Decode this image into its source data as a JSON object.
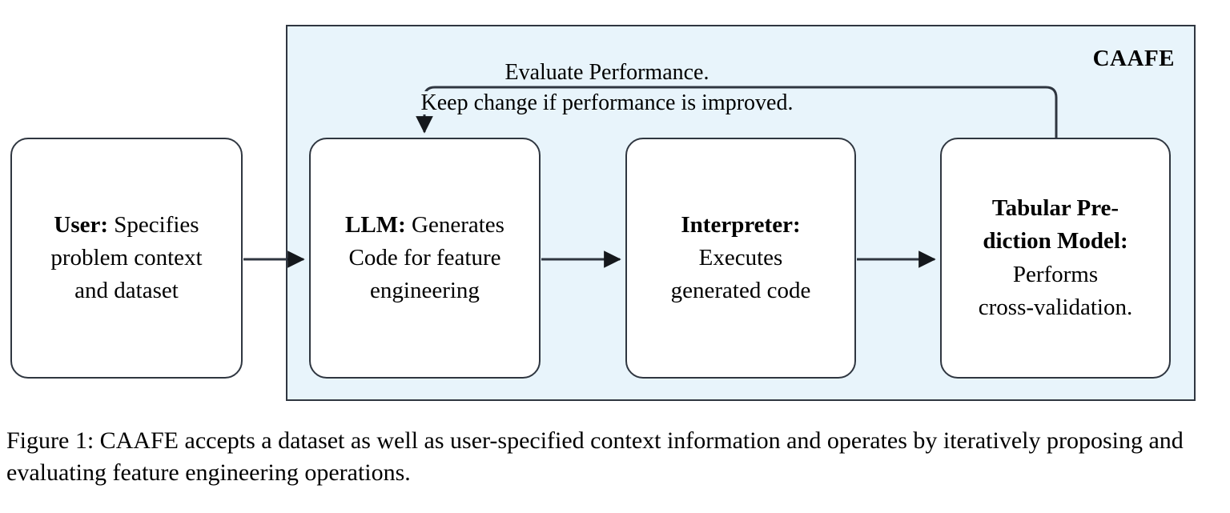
{
  "figure": {
    "panel_label": "CAAFE",
    "panel_bg_color": "#e8f4fb",
    "stroke_color": "#2f3640",
    "box_bg_color": "#ffffff"
  },
  "boxes": [
    {
      "id": "user",
      "role": "User:",
      "description": "Specifies problem context and dataset",
      "line1_bold": "User:",
      "line1_rest": " Specifies",
      "line2": "problem context",
      "line3": "and dataset"
    },
    {
      "id": "llm",
      "role": "LLM:",
      "description": "Generates Code for feature engineering",
      "line1_bold": "LLM:",
      "line1_rest": " Generates",
      "line2": "Code for feature",
      "line3": "engineering"
    },
    {
      "id": "interpreter",
      "role": "Interpreter:",
      "description": "Executes generated code",
      "line1_bold": "Interpreter:",
      "line1_rest": "",
      "line2": "Executes",
      "line3": "generated code"
    },
    {
      "id": "tabular",
      "role": "Tabular Prediction Model:",
      "description": "Performs cross-validation.",
      "line1_bold": "Tabular Pre-",
      "line1_rest": "",
      "line1b_bold": "diction Model:",
      "line2": "Performs",
      "line3": "cross-validation."
    }
  ],
  "loop": {
    "line1": "Evaluate Performance.",
    "line2": "Keep change if performance is improved."
  },
  "arrows": [
    {
      "name": "user-to-llm",
      "from": "user",
      "to": "llm"
    },
    {
      "name": "llm-to-interpreter",
      "from": "llm",
      "to": "interpreter"
    },
    {
      "name": "interpreter-to-tabular",
      "from": "interpreter",
      "to": "tabular"
    },
    {
      "name": "tabular-feedback-to-llm",
      "from": "tabular",
      "to": "llm"
    }
  ],
  "caption": {
    "text": "Figure 1: CAAFE accepts a dataset as well as user-specified context information and operates by iteratively proposing and evaluating feature engineering operations."
  }
}
